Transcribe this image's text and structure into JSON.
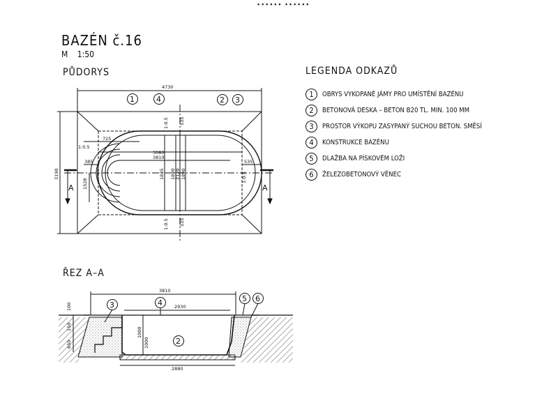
{
  "header": {
    "title": "BAZÉN  č.16",
    "scale": "M  1:50",
    "top_mark": "∙∙∙∙∙∙ ∙∙∙∙∙∙"
  },
  "plan": {
    "heading": "PŮDORYS",
    "dims": {
      "total_width": "4730",
      "total_height": "3190",
      "pool_len": "3810",
      "inner_len": "3080",
      "step_len": "725",
      "left_off": "385",
      "right_off": "535",
      "half": "1528",
      "w1835": "1835",
      "w1890": "1890",
      "w2120": "2120",
      "w1890b": "1890",
      "top_off": "535",
      "bottom_off": "535",
      "slope": "1:0.5"
    },
    "callouts": [
      "1",
      "4",
      "2",
      "3"
    ],
    "section_marker": "A"
  },
  "section": {
    "heading": "ŘEZ  A–A",
    "dims": {
      "pool_len": "3810",
      "inner_len": "2930",
      "bottom_len": "2880",
      "top_h": "100",
      "d150": "150",
      "d650": "650",
      "d1000a": "1000",
      "d1000b": "1000"
    },
    "callouts": [
      "3",
      "4",
      "5",
      "6",
      "2"
    ]
  },
  "legend": {
    "heading": "LEGENDA  ODKAZŮ",
    "items": [
      {
        "num": "1",
        "text": "OBRYS VYKOPANÉ JÁMY PRO UMÍSTĚNÍ BAZÉNU"
      },
      {
        "num": "2",
        "text": "BETONOVÁ DESKA – BETON B20 TL. MIN. 100 MM"
      },
      {
        "num": "3",
        "text": "PROSTOR VÝKOPU ZASYPANÝ SUCHOU BETON. SMĚSÍ"
      },
      {
        "num": "4",
        "text": "KONSTRUKCE BAZÉNU"
      },
      {
        "num": "5",
        "text": "DLAŽBA NA PÍSKOVÉM LOŽI"
      },
      {
        "num": "6",
        "text": "ŽELEZOBETONOVÝ VĚNEC"
      }
    ]
  }
}
